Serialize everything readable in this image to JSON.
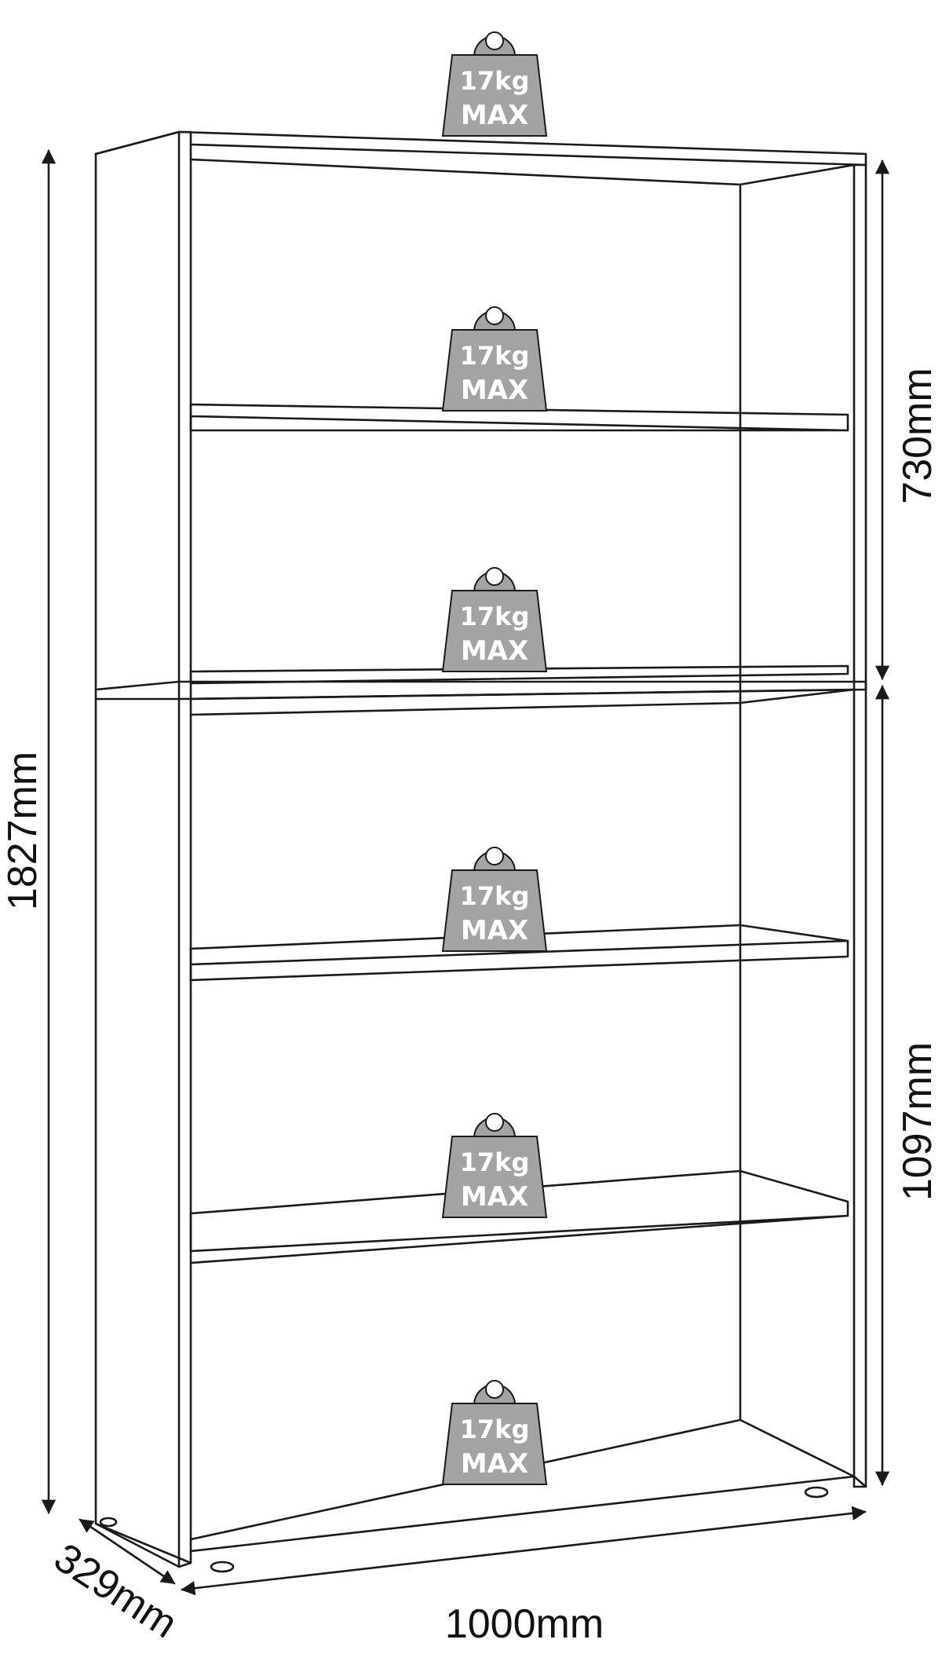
{
  "dimensions": {
    "total_height": "1827mm",
    "upper_section_height": "730mm",
    "lower_section_height": "1097mm",
    "width": "1000mm",
    "depth": "329mm"
  },
  "weight_badge": {
    "load": "17kg",
    "limit": "MAX"
  },
  "colors": {
    "weight_fill": "#a3a3a3",
    "line": "#1a1a1a",
    "text": "#111111"
  }
}
